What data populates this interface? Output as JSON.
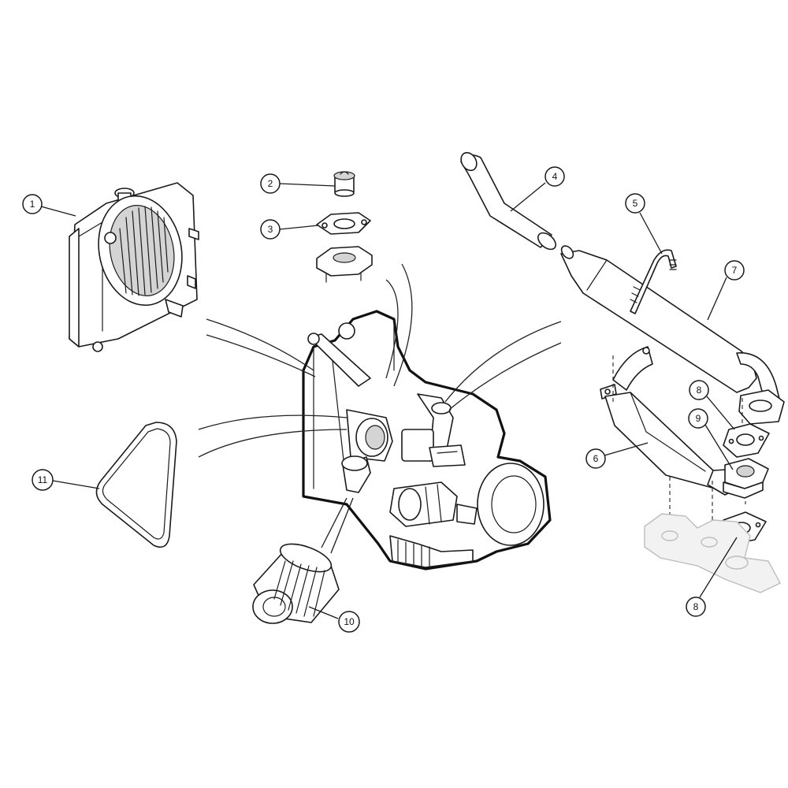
{
  "callouts": [
    {
      "id": "c1",
      "number": "1"
    },
    {
      "id": "c2",
      "number": "2"
    },
    {
      "id": "c3",
      "number": "3"
    },
    {
      "id": "c4",
      "number": "4"
    },
    {
      "id": "c5",
      "number": "5"
    },
    {
      "id": "c6",
      "number": "6"
    },
    {
      "id": "c7",
      "number": "7"
    },
    {
      "id": "c8a",
      "number": "8"
    },
    {
      "id": "c8b",
      "number": "8"
    },
    {
      "id": "c9",
      "number": "9"
    },
    {
      "id": "c10",
      "number": "10"
    },
    {
      "id": "c11",
      "number": "11"
    }
  ]
}
